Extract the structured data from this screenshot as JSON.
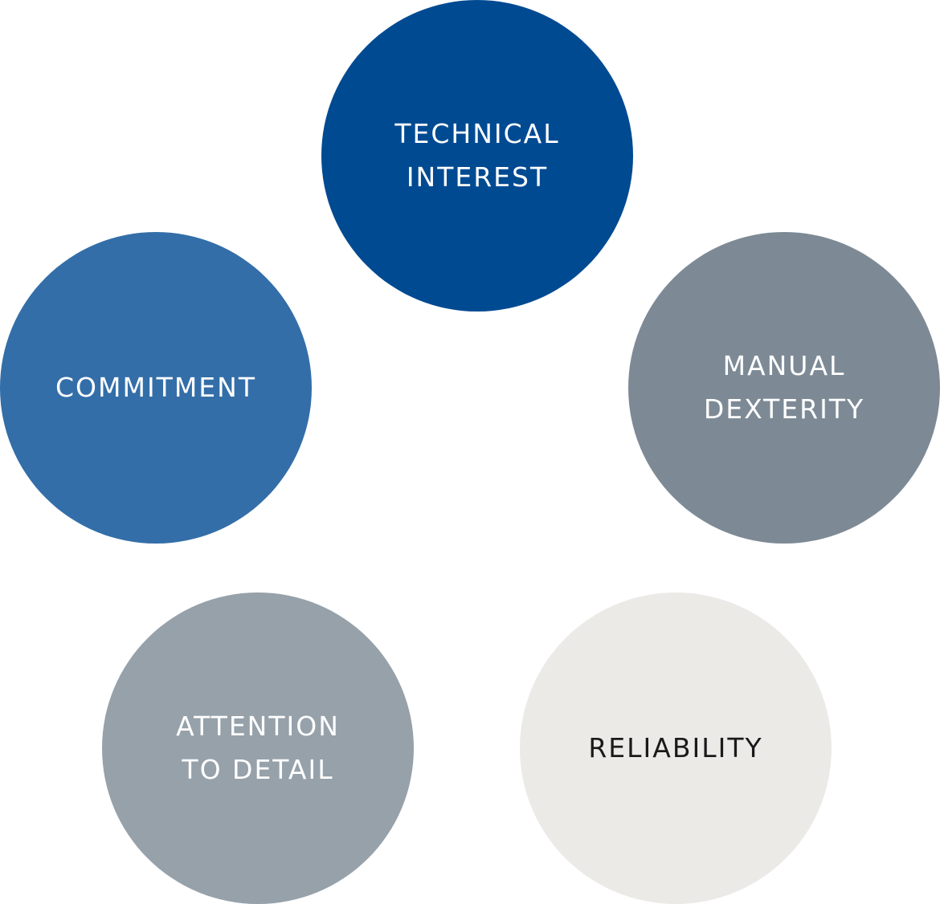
{
  "nodes": [
    {
      "id": "technical",
      "lines": [
        "TECHNICAL",
        "INTEREST"
      ],
      "fill": "#004a92",
      "text_color": "#ffffff"
    },
    {
      "id": "commitment",
      "lines": [
        "COMMITMENT"
      ],
      "fill": "#336ea8",
      "text_color": "#ffffff"
    },
    {
      "id": "manual",
      "lines": [
        "MANUAL",
        "DEXTERITY"
      ],
      "fill": "#7d8a96",
      "text_color": "#ffffff"
    },
    {
      "id": "attention",
      "lines": [
        "ATTENTION",
        "TO DETAIL"
      ],
      "fill": "#96a1aa",
      "text_color": "#ffffff"
    },
    {
      "id": "reliability",
      "lines": [
        "RELIABILITY"
      ],
      "fill": "#ebeae6",
      "text_color": "#1a1a1a"
    }
  ]
}
